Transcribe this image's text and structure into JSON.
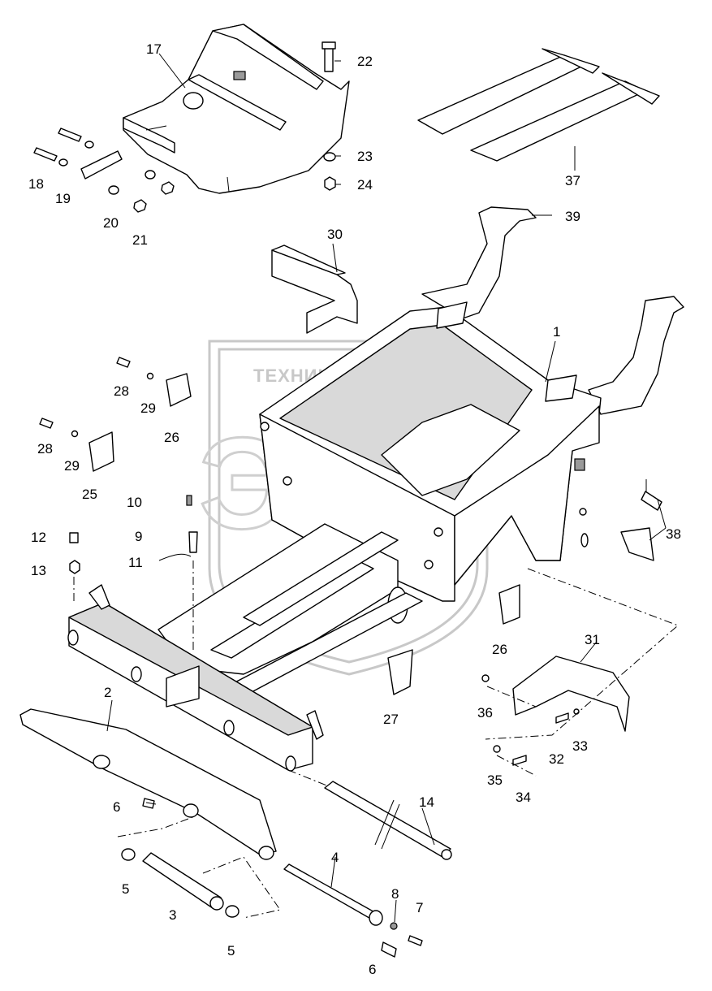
{
  "watermark": {
    "text": "ТЕХНИКА ✲ ЗАПЧАСТИ",
    "emblem": "ЭПФ"
  },
  "callouts": [
    {
      "id": "lbl-17",
      "text": "17"
    },
    {
      "id": "lbl-22",
      "text": "22"
    },
    {
      "id": "lbl-23",
      "text": "23"
    },
    {
      "id": "lbl-24",
      "text": "24"
    },
    {
      "id": "lbl-18",
      "text": "18"
    },
    {
      "id": "lbl-19",
      "text": "19"
    },
    {
      "id": "lbl-20",
      "text": "20"
    },
    {
      "id": "lbl-21",
      "text": "21"
    },
    {
      "id": "lbl-37",
      "text": "37"
    },
    {
      "id": "lbl-39",
      "text": "39"
    },
    {
      "id": "lbl-30",
      "text": "30"
    },
    {
      "id": "lbl-1",
      "text": "1"
    },
    {
      "id": "lbl-28a",
      "text": "28"
    },
    {
      "id": "lbl-29a",
      "text": "29"
    },
    {
      "id": "lbl-26a",
      "text": "26"
    },
    {
      "id": "lbl-28b",
      "text": "28"
    },
    {
      "id": "lbl-29b",
      "text": "29"
    },
    {
      "id": "lbl-25",
      "text": "25"
    },
    {
      "id": "lbl-10",
      "text": "10"
    },
    {
      "id": "lbl-9",
      "text": "9"
    },
    {
      "id": "lbl-11",
      "text": "11"
    },
    {
      "id": "lbl-12",
      "text": "12"
    },
    {
      "id": "lbl-13",
      "text": "13"
    },
    {
      "id": "lbl-38",
      "text": "38"
    },
    {
      "id": "lbl-26b",
      "text": "26"
    },
    {
      "id": "lbl-31",
      "text": "31"
    },
    {
      "id": "lbl-27",
      "text": "27"
    },
    {
      "id": "lbl-36",
      "text": "36"
    },
    {
      "id": "lbl-32",
      "text": "32"
    },
    {
      "id": "lbl-33",
      "text": "33"
    },
    {
      "id": "lbl-35",
      "text": "35"
    },
    {
      "id": "lbl-34",
      "text": "34"
    },
    {
      "id": "lbl-2",
      "text": "2"
    },
    {
      "id": "lbl-14",
      "text": "14"
    },
    {
      "id": "lbl-6a",
      "text": "6"
    },
    {
      "id": "lbl-4",
      "text": "4"
    },
    {
      "id": "lbl-5a",
      "text": "5"
    },
    {
      "id": "lbl-3",
      "text": "3"
    },
    {
      "id": "lbl-8",
      "text": "8"
    },
    {
      "id": "lbl-7",
      "text": "7"
    },
    {
      "id": "lbl-5b",
      "text": "5"
    },
    {
      "id": "lbl-6b",
      "text": "6"
    }
  ]
}
